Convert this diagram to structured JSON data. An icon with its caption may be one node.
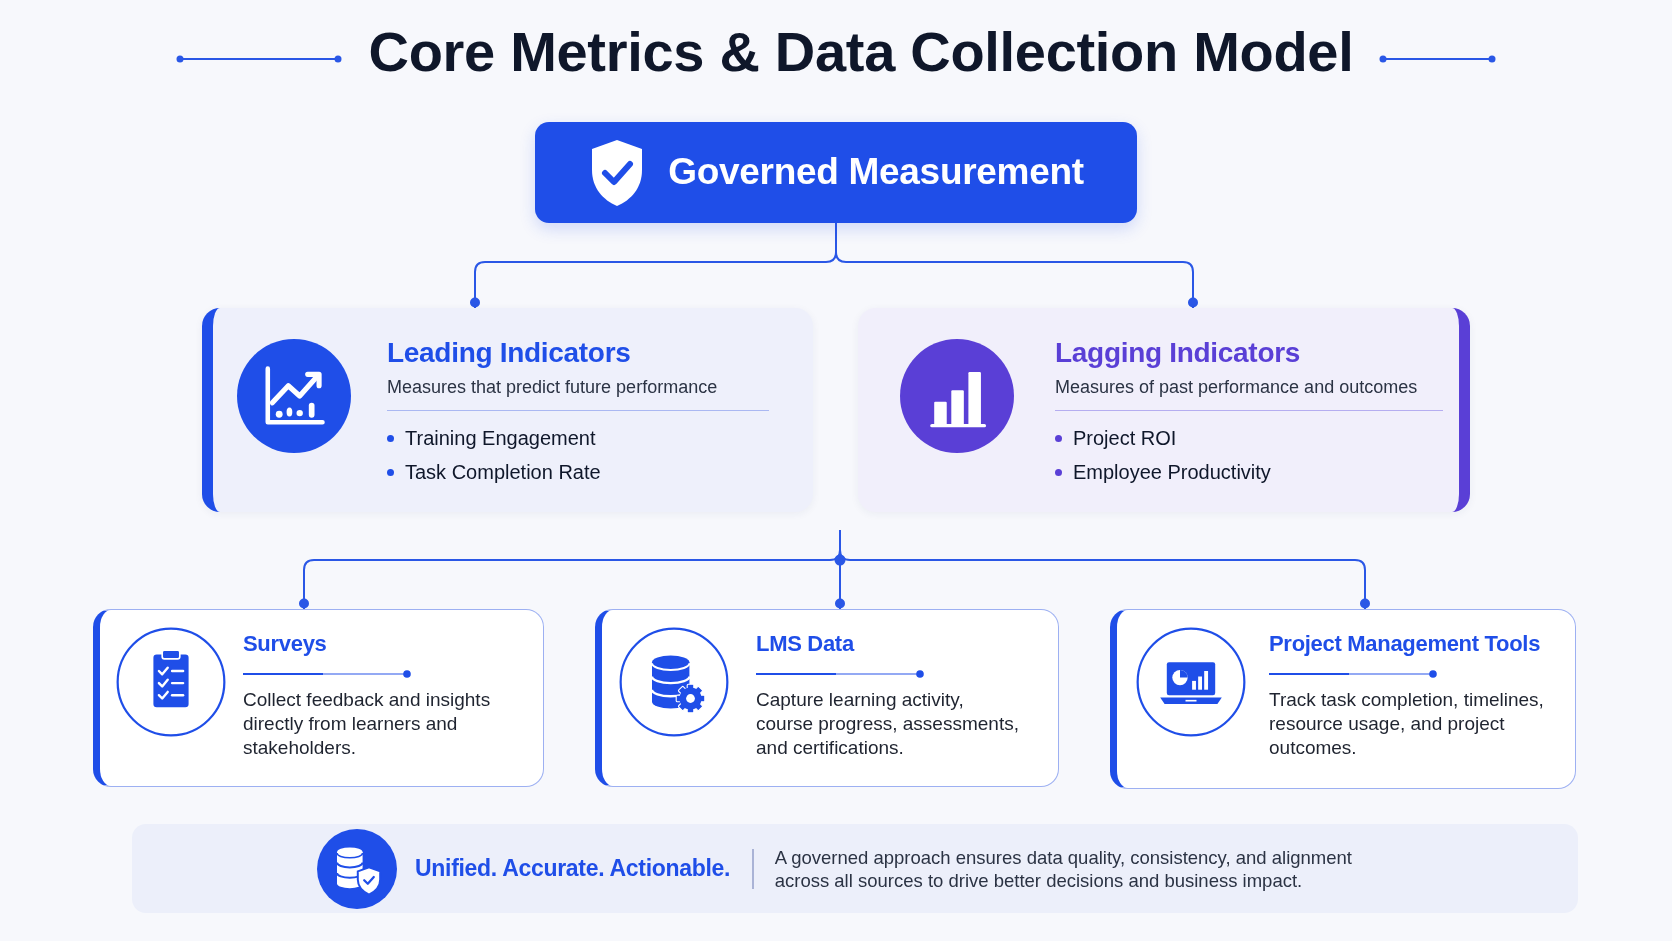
{
  "diagram": {
    "title": "Core Metrics & Data Collection Model",
    "nodes": [
      {
        "text": [
          "Governed Measurement"
        ]
      },
      {
        "text": [
          "Leading Indicators",
          "Measures that predict future performance",
          "Training Engagement",
          "Task Completion Rate"
        ]
      },
      {
        "text": [
          "Lagging Indicators",
          "Measures of past performance and outcomes",
          "Project ROI",
          "Employee Productivity"
        ]
      },
      {
        "text": [
          "Surveys",
          "Collect feedback and insights directly from learners and stakeholders."
        ]
      },
      {
        "text": [
          "LMS Data",
          "Capture learning activity, course progress, assessments, and certifications."
        ]
      },
      {
        "text": [
          "Project Management Tools",
          "Track task completion, timelines, resource usage, and project outcomes."
        ]
      },
      {
        "text": [
          "Unified. Accurate. Actionable.",
          "A governed approach ensures data quality, consistency, and alignment across all sources to drive better decisions and business impact."
        ]
      }
    ],
    "edges": [
      {
        "from": 0,
        "to": 1,
        "arrow": "other"
      },
      {
        "from": 0,
        "to": 2,
        "arrow": "other"
      },
      {
        "from": null,
        "to": 3,
        "arrow": "other"
      },
      {
        "from": null,
        "to": 4,
        "arrow": "other"
      },
      {
        "from": null,
        "to": 5,
        "arrow": "other"
      }
    ]
  }
}
